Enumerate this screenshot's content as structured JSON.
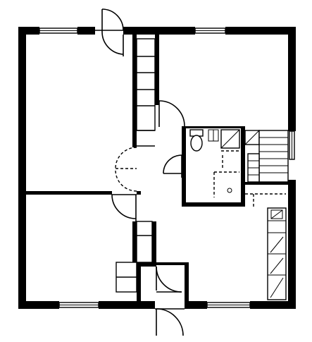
{
  "drawing": {
    "type": "apartment-floor-plan",
    "labels": []
  },
  "rooms": [
    {
      "id": "bedroom-top-left"
    },
    {
      "id": "living-room-top-right"
    },
    {
      "id": "bedroom-bottom-left"
    },
    {
      "id": "hallway"
    },
    {
      "id": "bathroom"
    },
    {
      "id": "kitchen"
    },
    {
      "id": "entry-vestibule"
    }
  ],
  "colors": {
    "ink": "#000000",
    "paper": "#ffffff"
  }
}
